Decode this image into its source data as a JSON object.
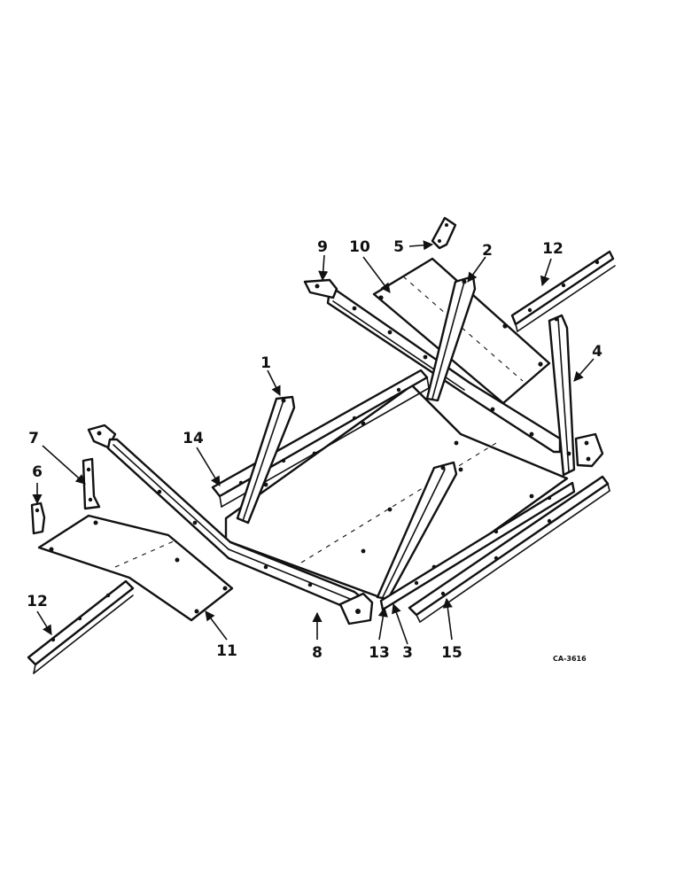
{
  "callouts": [
    {
      "id": "c1",
      "label": "1"
    },
    {
      "id": "c2",
      "label": "2"
    },
    {
      "id": "c3",
      "label": "3"
    },
    {
      "id": "c4",
      "label": "4"
    },
    {
      "id": "c5",
      "label": "5"
    },
    {
      "id": "c6",
      "label": "6"
    },
    {
      "id": "c7",
      "label": "7"
    },
    {
      "id": "c8",
      "label": "8"
    },
    {
      "id": "c9",
      "label": "9"
    },
    {
      "id": "c10",
      "label": "10"
    },
    {
      "id": "c11",
      "label": "11"
    },
    {
      "id": "c12a",
      "label": "12"
    },
    {
      "id": "c12b",
      "label": "12"
    },
    {
      "id": "c13",
      "label": "13"
    },
    {
      "id": "c14",
      "label": "14"
    },
    {
      "id": "c15",
      "label": "15"
    }
  ],
  "drawing_code": "CA-3616",
  "colors": {
    "ink": "#111111",
    "paper": "#ffffff"
  }
}
